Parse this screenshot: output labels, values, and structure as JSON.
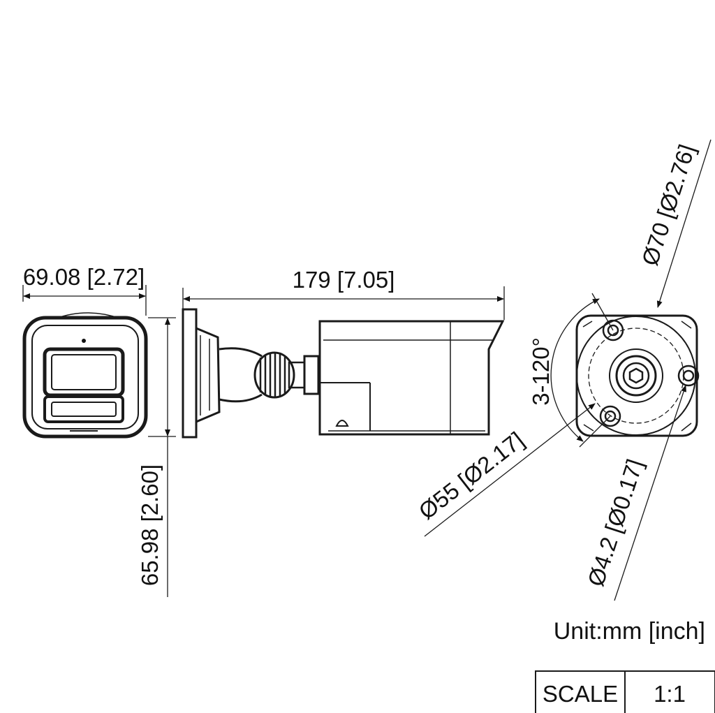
{
  "dimensions": {
    "front_width": "69.08 [2.72]",
    "front_height": "65.98 [2.60]",
    "side_length": "179 [7.05]",
    "mount_outer_diameter": "Ø70 [Ø2.76]",
    "screw_pattern_diameter": "Ø55 [Ø2.17]",
    "hole_spacing": "3-120°",
    "hole_diameter": "Ø4.2 [Ø0.17]"
  },
  "unit_note": "Unit:mm [inch]",
  "scale_table": {
    "label": "SCALE",
    "value": "1:1"
  }
}
